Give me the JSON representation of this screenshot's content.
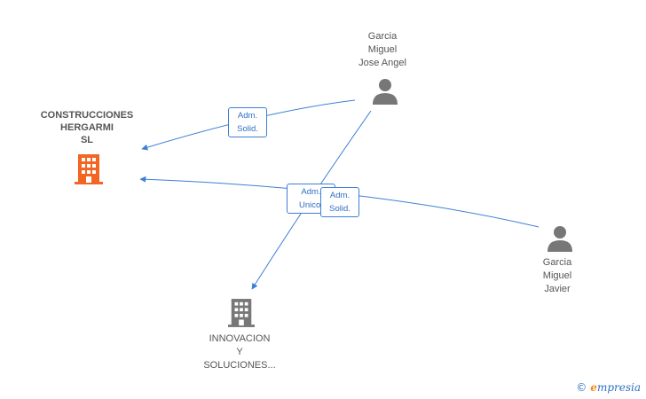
{
  "nodes": {
    "construcciones": {
      "name": "CONSTRUCCIONES\nHERGARMI\nSL",
      "type": "company",
      "highlight": true
    },
    "innovacion": {
      "name": "INNOVACION\nY\nSOLUCIONES...",
      "type": "company",
      "highlight": false
    },
    "jose_angel": {
      "name": "Garcia\nMiguel\nJose Angel",
      "type": "person"
    },
    "javier": {
      "name": "Garcia\nMiguel\nJavier",
      "type": "person"
    }
  },
  "edges": [
    {
      "from": "jose_angel",
      "to": "construcciones",
      "label": "Adm.\nSolid."
    },
    {
      "from": "jose_angel",
      "to": "innovacion",
      "label": "Adm.\nUnico,"
    },
    {
      "from": "javier",
      "to": "construcciones",
      "label": "Adm.\nSolid."
    }
  ],
  "colors": {
    "edge": "#3d7fd6",
    "company_highlight": "#f26522",
    "company": "#777777",
    "person": "#777777"
  },
  "brand": {
    "copyright": "©",
    "name_initial": "e",
    "name_rest": "mpresia"
  }
}
